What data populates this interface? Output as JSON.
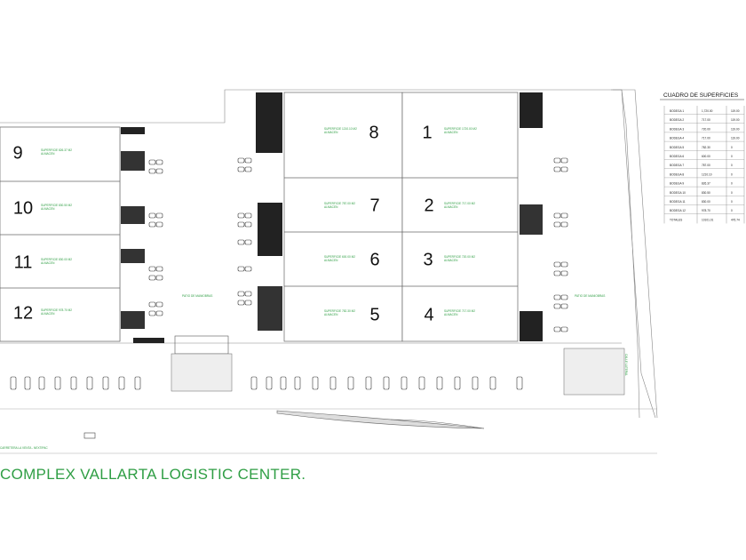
{
  "caption": "COMPLEX VALLARTA LOGISTIC CENTER.",
  "yard_label": "PATIO DE MANIOBRAS",
  "road_label": "CARRETERA LA VENTA - NEXTIPAC",
  "side_road_label": "CALLE LATERAL",
  "warehouses": [
    {
      "number": "1",
      "surface": "SUPERFICIE 1720.00 M2",
      "use": "ALMACEN"
    },
    {
      "number": "2",
      "surface": "SUPERFICIE 717.00 M2",
      "use": "ALMACEN"
    },
    {
      "number": "3",
      "surface": "SUPERFICIE 720.00 M2",
      "use": "ALMACEN"
    },
    {
      "number": "4",
      "surface": "SUPERFICIE 717.00 M2",
      "use": "ALMACEN"
    },
    {
      "number": "5",
      "surface": "SUPERFICIE 782.30 M2",
      "use": "ALMACEN"
    },
    {
      "number": "6",
      "surface": "SUPERFICIE 600.00 M2",
      "use": "ALMACEN"
    },
    {
      "number": "7",
      "surface": "SUPERFICIE 787.00 M2",
      "use": "ALMACEN"
    },
    {
      "number": "8",
      "surface": "SUPERFICIE 1210.10 M2",
      "use": "ALMACEN"
    },
    {
      "number": "9",
      "surface": "SUPERFICIE 826.37 M2",
      "use": "ALMACEN"
    },
    {
      "number": "10",
      "surface": "SUPERFICIE 830.50 M2",
      "use": "ALMACEN"
    },
    {
      "number": "11",
      "surface": "SUPERFICIE 830.00 M2",
      "use": "ALMACEN"
    },
    {
      "number": "12",
      "surface": "SUPERFICIE 978.70 M2",
      "use": "ALMACEN"
    }
  ],
  "surface_table": {
    "title": "CUADRO DE SUPERFICIES",
    "rows": [
      {
        "name": "BODEGA 1",
        "area": "1,720.00",
        "extra": "119.00"
      },
      {
        "name": "BODEGA 2",
        "area": "717.00",
        "extra": "119.00"
      },
      {
        "name": "BODEGA 3",
        "area": "720.00",
        "extra": "119.00"
      },
      {
        "name": "BODEGA 4",
        "area": "717.00",
        "extra": "119.00"
      },
      {
        "name": "BODEGA 5",
        "area": "782.30",
        "extra": "0"
      },
      {
        "name": "BODEGA 6",
        "area": "600.00",
        "extra": "0"
      },
      {
        "name": "BODEGA 7",
        "area": "787.00",
        "extra": "0"
      },
      {
        "name": "BODEGA 8",
        "area": "1210.10",
        "extra": "0"
      },
      {
        "name": "BODEGA 9",
        "area": "826.37",
        "extra": "0"
      },
      {
        "name": "BODEGA 10",
        "area": "830.50",
        "extra": "0"
      },
      {
        "name": "BODEGA 11",
        "area": "830.00",
        "extra": "0"
      },
      {
        "name": "BODEGA 12",
        "area": "978.70",
        "extra": "0"
      }
    ],
    "total_label": "TOTALES",
    "total_area": "10101.01",
    "total_extra": "476.74"
  }
}
